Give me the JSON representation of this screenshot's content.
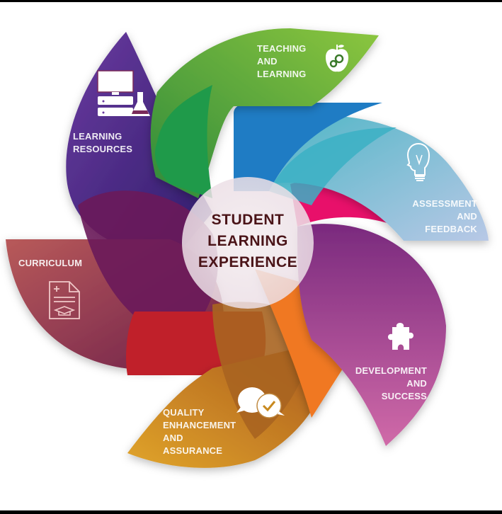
{
  "diagram": {
    "center": {
      "lines": [
        "STUDENT",
        "LEARNING",
        "EXPERIENCE"
      ],
      "text_color": "#4a1418"
    },
    "segments": [
      {
        "id": "teaching",
        "lines": [
          "TEACHING",
          "AND",
          "LEARNING"
        ],
        "icon": "apple-gears-icon",
        "color": "#5aa83a"
      },
      {
        "id": "assessment",
        "lines": [
          "ASSESSMENT",
          "AND",
          "FEEDBACK"
        ],
        "icon": "lightbulb-head-icon",
        "color": "#8fb8d2"
      },
      {
        "id": "development",
        "lines": [
          "DEVELOPMENT",
          "AND",
          "SUCCESS"
        ],
        "icon": "puzzle-piece-icon",
        "color": "#a9408f"
      },
      {
        "id": "quality",
        "lines": [
          "QUALITY",
          "ENHANCEMENT",
          "AND",
          "ASSURANCE"
        ],
        "icon": "chat-bubbles-check-icon",
        "color": "#c8891f"
      },
      {
        "id": "curriculum",
        "lines": [
          "CURRICULUM"
        ],
        "icon": "document-graduation-cap-icon",
        "color": "#9c3a4a"
      },
      {
        "id": "resources",
        "lines": [
          "LEARNING",
          "RESOURCES"
        ],
        "icon": "computer-flask-icon",
        "color": "#5a2f8e"
      }
    ],
    "inner_colors": {
      "green_dark": "#1f9a4a",
      "blue": "#1f7cc4",
      "teal": "#3bb0c4",
      "pink": "#e8106a",
      "purple": "#7a2a7e",
      "orange": "#f07820",
      "brown": "#a86420",
      "red": "#c0202a",
      "plum": "#6a1a5a",
      "navy": "#2e1d6a"
    }
  }
}
